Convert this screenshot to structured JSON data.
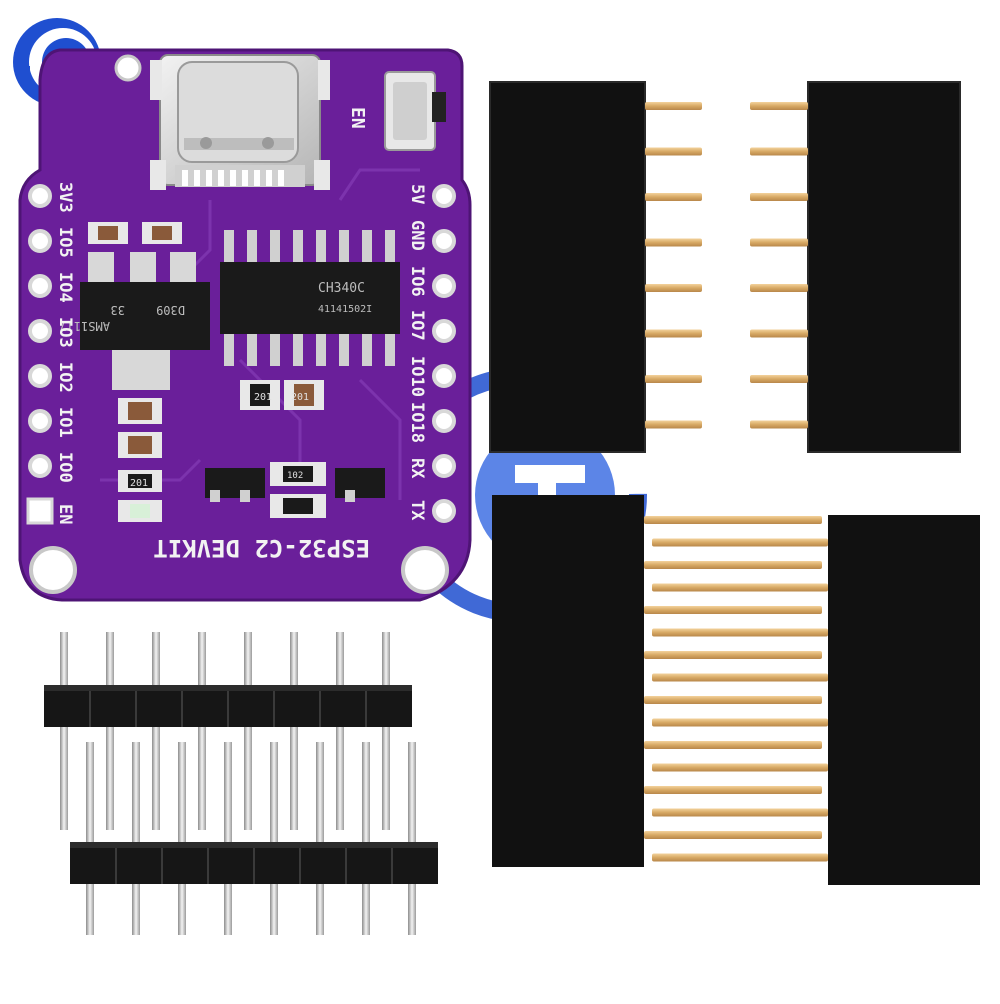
{
  "board": {
    "title": "ESP32-C2 DEVKIT",
    "en_label": "EN",
    "left_pins": [
      "3V3",
      "IO5",
      "IO4",
      "IO3",
      "IO2",
      "IO1",
      "IO0",
      "EN"
    ],
    "right_pins": [
      "5V",
      "GND",
      "IO6",
      "IO7",
      "IO10",
      "IO18",
      "RX",
      "TX"
    ],
    "chip_main_line1": "CH340C",
    "chip_main_line2": "41141502I",
    "regulator_line1": "AMS1117",
    "regulator_line2": "33",
    "regulator_line3": "D309",
    "resistor_a": "201",
    "resistor_b": "201",
    "resistor_c": "201",
    "resistor_d": "102"
  },
  "colors": {
    "pcb": "#6a1f9a",
    "pcb_dark": "#551780",
    "silkscreen": "#f2f2f2",
    "gold_pin": "#d9b070",
    "header_black": "#111111",
    "watermark_blue": "#1f4fd0"
  },
  "logo": {
    "name": "brand-logo-icon"
  }
}
